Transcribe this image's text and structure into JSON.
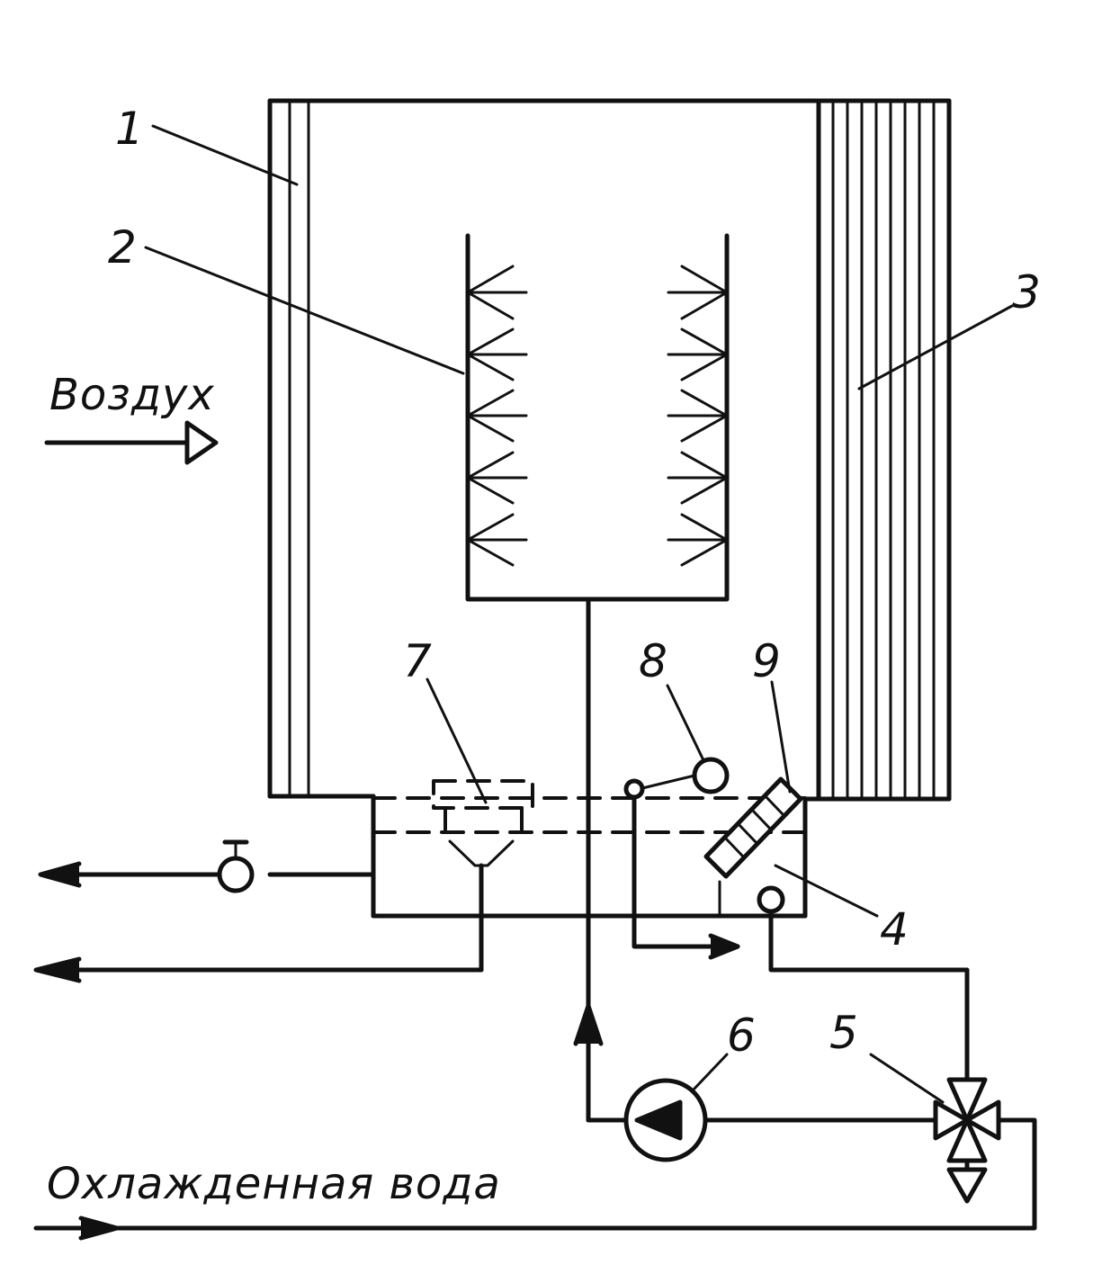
{
  "labels": {
    "n1": "1",
    "n2": "2",
    "n3": "3",
    "n4": "4",
    "n5": "5",
    "n6": "6",
    "n7": "7",
    "n8": "8",
    "n9": "9",
    "air": "Воздух",
    "chilled_water": "Охлажденная вода"
  }
}
